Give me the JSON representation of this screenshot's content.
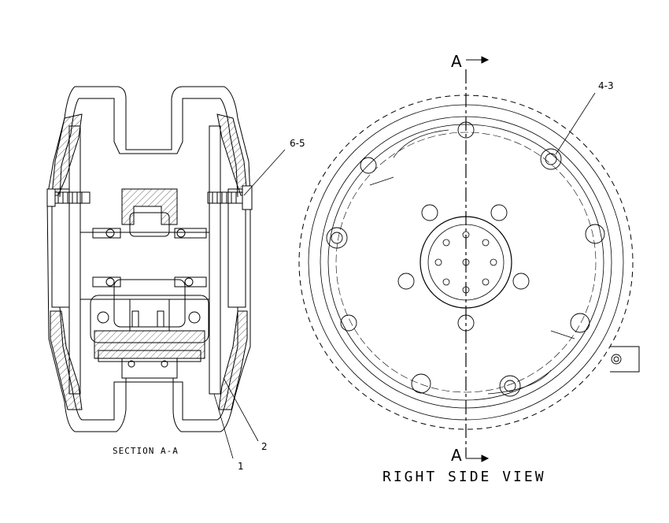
{
  "labels": {
    "section_title": "SECTION A-A",
    "view_title": "RIGHT SIDE VIEW",
    "section_marker_top": "A",
    "section_marker_bottom": "A"
  },
  "callouts": {
    "c1": "1",
    "c2": "2",
    "c65": "6-5",
    "c43": "4-3"
  }
}
